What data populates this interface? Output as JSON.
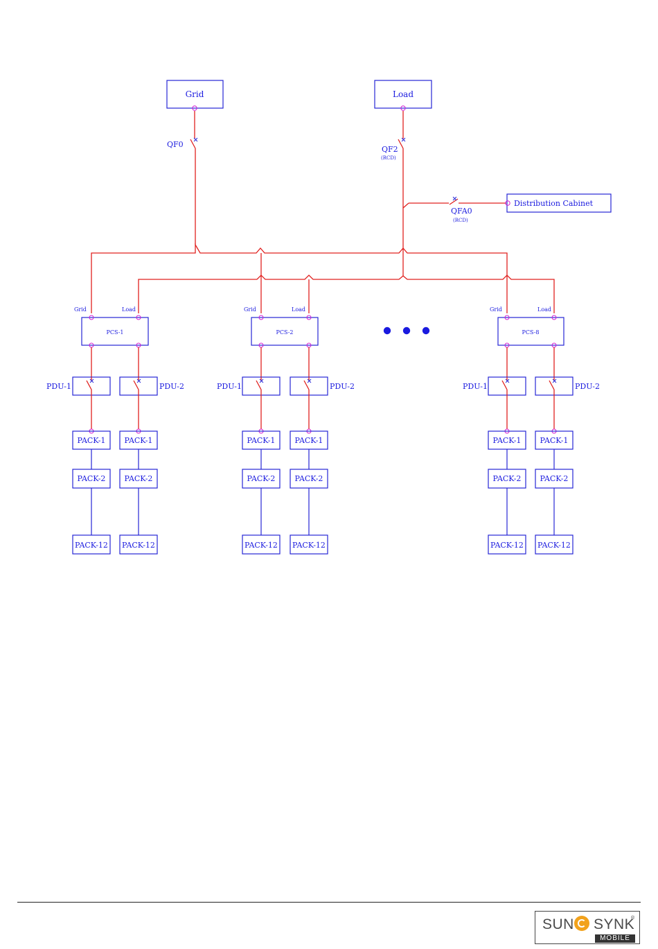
{
  "labels": {
    "grid": "Grid",
    "load": "Load",
    "qf0": "QF0",
    "qf2": "QF2",
    "qf2_note": "(RCD)",
    "qfa0": "QFA0",
    "qfa0_note": "(RCD)",
    "distribution": "Distribution Cabinet"
  },
  "pcs_units": [
    {
      "name": "PCS-1",
      "grid_port": "Grid",
      "load_port": "Load",
      "pdu_left": "PDU-1",
      "pdu_right": "PDU-2",
      "packs": [
        "PACK-1",
        "PACK-2",
        "PACK-12"
      ]
    },
    {
      "name": "PCS-2",
      "grid_port": "Grid",
      "load_port": "Load",
      "pdu_left": "PDU-1",
      "pdu_right": "PDU-2",
      "packs": [
        "PACK-1",
        "PACK-2",
        "PACK-12"
      ]
    },
    {
      "name": "PCS-8",
      "grid_port": "Grid",
      "load_port": "Load",
      "pdu_left": "PDU-1",
      "pdu_right": "PDU-2",
      "packs": [
        "PACK-1",
        "PACK-2",
        "PACK-12"
      ]
    }
  ],
  "ellipsis_dots": 3,
  "colors": {
    "ac_wire": "#e0201e",
    "dc_wire": "#2626d6",
    "node": "#d21fd2",
    "dots": "#1a1adf"
  },
  "footer": {
    "logo_left": "SUN",
    "logo_right": "SYNK",
    "logo_reg": "®",
    "logo_sub": "MOBILE"
  }
}
